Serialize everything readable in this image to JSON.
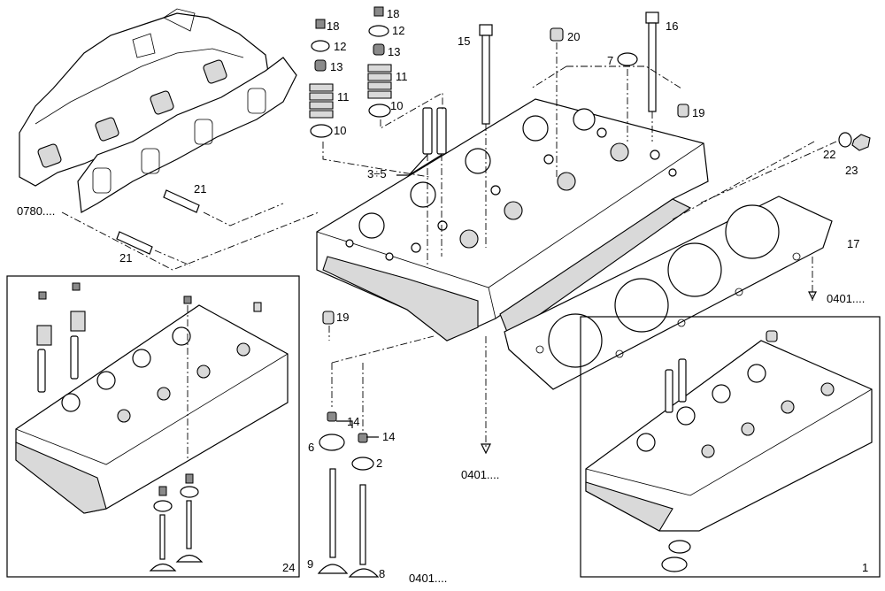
{
  "callouts": {
    "c1": "1",
    "c2": "2",
    "c3_5": "3÷5",
    "c6": "6",
    "c7": "7",
    "c8": "8",
    "c9": "9",
    "c10a": "10",
    "c10b": "10",
    "c11a": "11",
    "c11b": "11",
    "c12a": "12",
    "c12b": "12",
    "c13a": "13",
    "c13b": "13",
    "c14a": "14",
    "c14b": "14",
    "c15": "15",
    "c16": "16",
    "c17": "17",
    "c18a": "18",
    "c18b": "18",
    "c19a": "19",
    "c19b": "19",
    "c20": "20",
    "c21a": "21",
    "c21b": "21",
    "c22": "22",
    "c23": "23",
    "c24": "24"
  },
  "references": {
    "r0780": "0780....",
    "r0401_right": "0401....",
    "r0401_center": "0401....",
    "r0401_bottom": "0401...."
  },
  "icons": {
    "manifold": "exhaust-manifold-icon",
    "head": "cylinder-head-icon",
    "gasket": "head-gasket-icon",
    "valve": "valve-icon",
    "spring": "valve-spring-icon",
    "bolt": "head-bolt-icon"
  }
}
